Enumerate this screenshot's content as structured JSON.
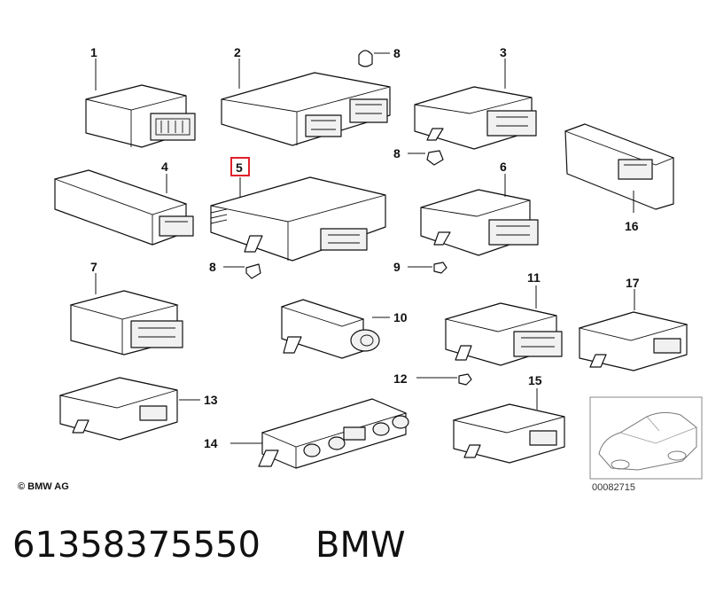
{
  "diagram": {
    "parts": [
      {
        "number": "1"
      },
      {
        "number": "2"
      },
      {
        "number": "3"
      },
      {
        "number": "4"
      },
      {
        "number": "5",
        "highlighted": true
      },
      {
        "number": "6"
      },
      {
        "number": "7"
      },
      {
        "number": "8"
      },
      {
        "number": "8"
      },
      {
        "number": "8"
      },
      {
        "number": "9"
      },
      {
        "number": "10"
      },
      {
        "number": "11"
      },
      {
        "number": "12"
      },
      {
        "number": "13"
      },
      {
        "number": "14"
      },
      {
        "number": "15"
      },
      {
        "number": "16"
      },
      {
        "number": "17"
      }
    ],
    "copyright": "© BMW AG",
    "image_code": "00082715",
    "highlight_color": "#e0212b"
  },
  "footer": {
    "part_number": "61358375550",
    "brand": "BMW"
  }
}
